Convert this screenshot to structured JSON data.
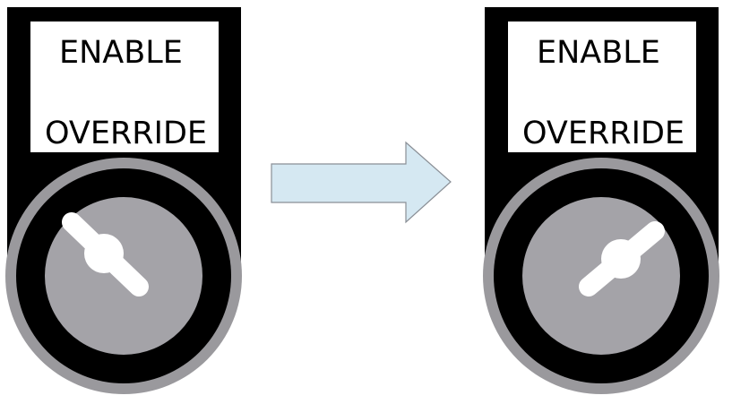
{
  "switches": [
    {
      "top_label": "ENABLE",
      "bottom_label": "OVERRIDE",
      "selected_position": "ENABLE",
      "knob_icon": "key-switch-knob-icon"
    },
    {
      "top_label": "ENABLE",
      "bottom_label": "OVERRIDE",
      "selected_position": "OVERRIDE",
      "knob_icon": "key-switch-knob-icon"
    }
  ],
  "arrow_icon": "right-arrow-icon",
  "colors": {
    "housing": "#000000",
    "label_panel": "#ffffff",
    "outer_ring": "#9a999d",
    "knob_face": "#a4a3a8",
    "key": "#ffffff",
    "arrow_fill": "#d5e8f2",
    "arrow_stroke": "#8a8f96"
  }
}
